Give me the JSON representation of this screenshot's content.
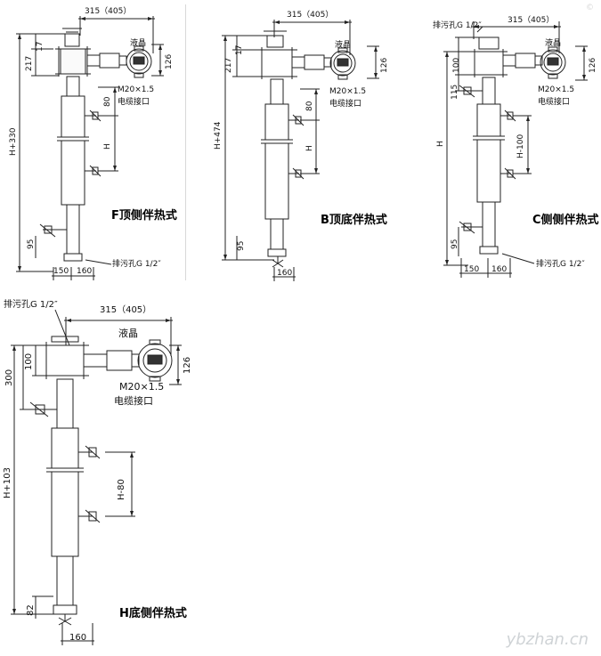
{
  "panels": [
    {
      "caption": "F顶侧伴热式",
      "dims": {
        "width_top": "315（405）",
        "top_offset": "17",
        "height_head": "217",
        "total_height": "H+330",
        "height_right": "126",
        "pitch_top": "80",
        "span": "H",
        "bottom_drain": "95",
        "base_left": "150",
        "base_right": "160"
      },
      "labels": {
        "lcd": "液晶",
        "thread": "M20×1.5",
        "cable": "电缆接口",
        "drain": "排污孔G 1/2″"
      }
    },
    {
      "caption": "B顶底伴热式",
      "dims": {
        "width_top": "315（405）",
        "top_offset": "17",
        "height_head": "217",
        "total_height": "H+474",
        "height_right": "126",
        "pitch_top": "80",
        "span": "H",
        "bottom_drain": "95",
        "base_right": "160"
      },
      "labels": {
        "lcd": "液晶",
        "thread": "M20×1.5",
        "cable": "电缆接口"
      }
    },
    {
      "caption": "C侧侧伴热式",
      "dims": {
        "width_top": "315（405）",
        "height_head": "100",
        "total_height": "H",
        "height_right": "126",
        "pitch_top": "115",
        "span": "H-100",
        "bottom_drain": "95",
        "base_left": "150",
        "base_right": "160"
      },
      "labels": {
        "lcd": "液晶",
        "thread": "M20×1.5",
        "cable": "电缆接口",
        "drain_top": "排污孔G 1/2″",
        "drain": "排污孔G 1/2″"
      }
    },
    {
      "caption": "H底侧伴热式",
      "dims": {
        "width_top": "315（405）",
        "height_head": "100",
        "height_upper": "300",
        "total_height": "H+103",
        "height_right": "126",
        "span": "H-80",
        "bottom_drain": "82",
        "base_right": "160"
      },
      "labels": {
        "lcd": "液晶",
        "thread": "M20×1.5",
        "cable": "电缆接口",
        "drain_top": "排污孔G 1/2″"
      }
    }
  ],
  "watermark": "ybzhan.cn",
  "corner_mark": "©"
}
